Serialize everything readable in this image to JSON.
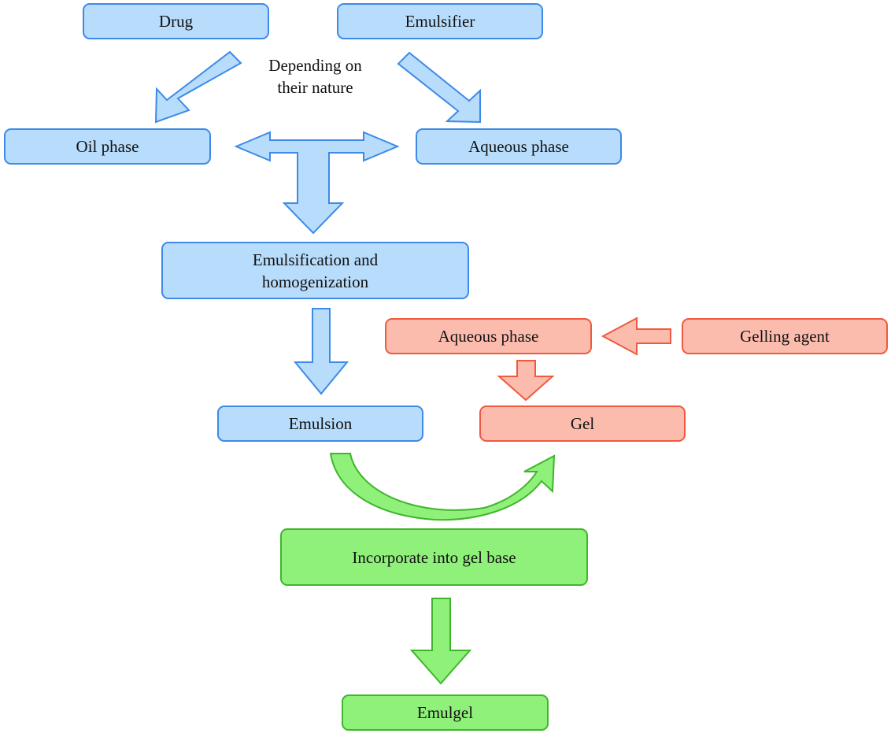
{
  "nodes": {
    "drug": "Drug",
    "emulsifier": "Emulsifier",
    "depending_note": "Depending on\ntheir nature",
    "oil_phase": "Oil phase",
    "aqueous_phase_top": "Aqueous phase",
    "emulsification": "Emulsification and\nhomogenization",
    "aqueous_phase_gel": "Aqueous phase",
    "gelling_agent": "Gelling agent",
    "emulsion": "Emulsion",
    "gel": "Gel",
    "incorporate": "Incorporate into gel base",
    "emulgel": "Emulgel"
  },
  "colors": {
    "blue_fill": "#b8dcfb",
    "blue_stroke": "#3d8ae8",
    "red_fill": "#fbbcae",
    "red_stroke": "#ef5a3e",
    "green_fill": "#8ff07a",
    "green_stroke": "#3fb62c"
  }
}
